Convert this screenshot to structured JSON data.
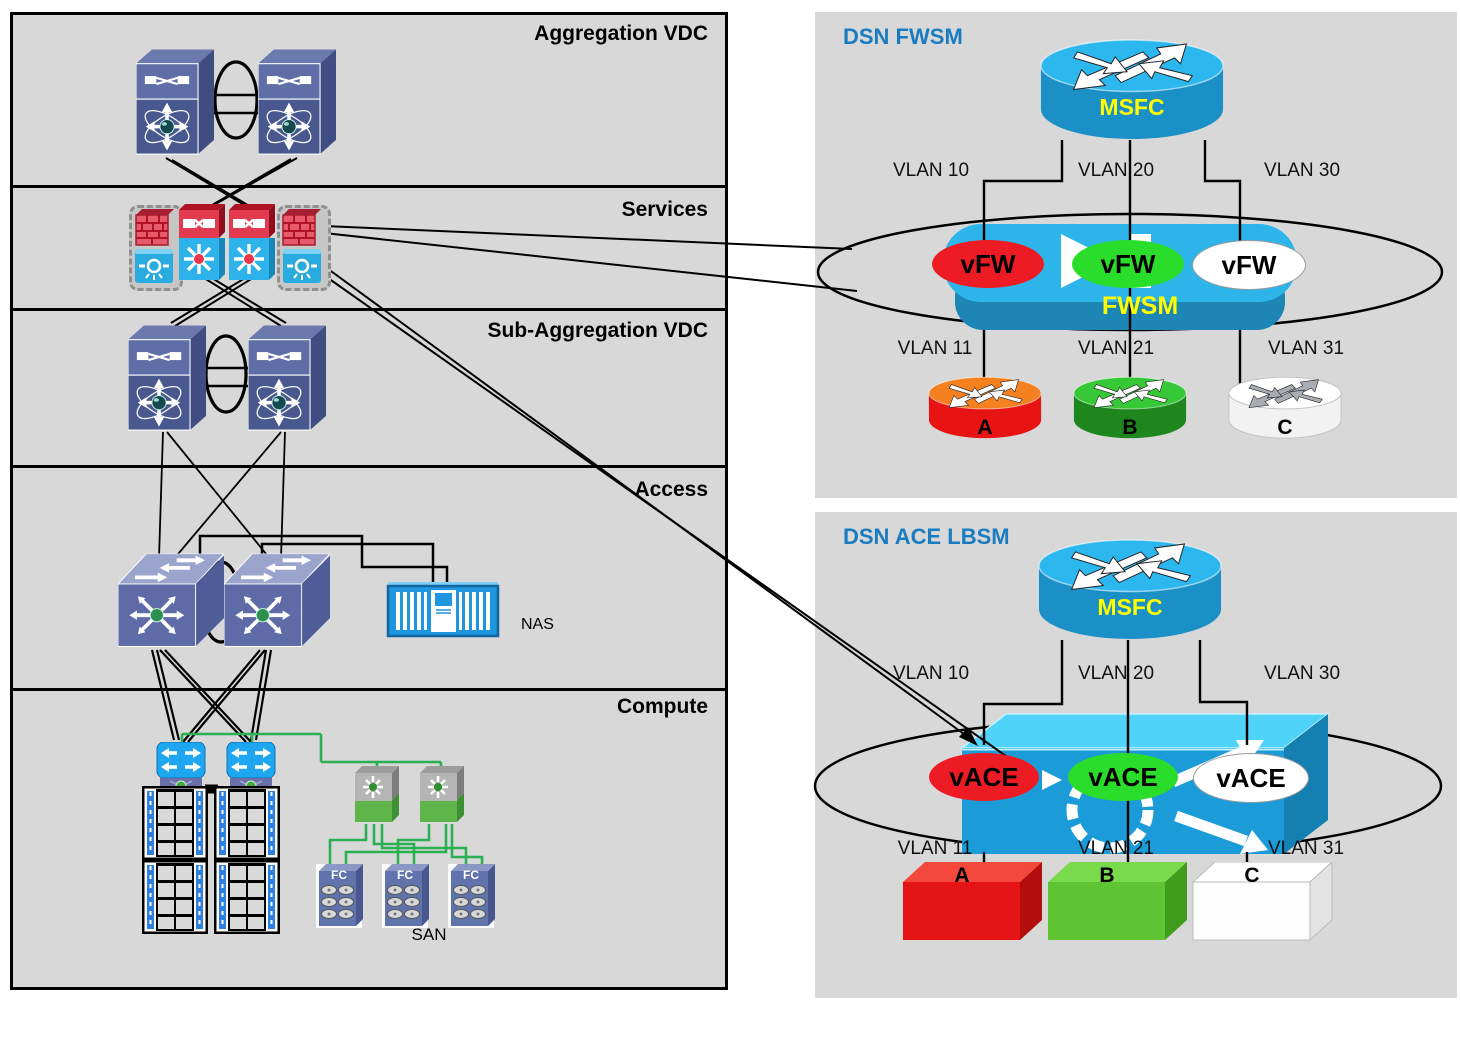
{
  "left_panel": {
    "sections": [
      {
        "label": "Aggregation VDC"
      },
      {
        "label": "Services"
      },
      {
        "label": "Sub-Aggregation VDC"
      },
      {
        "label": "Access"
      },
      {
        "label": "Compute"
      }
    ],
    "nas_label": "NAS",
    "san_label": "SAN",
    "fc_label": "FC"
  },
  "fwsm_panel": {
    "title": "DSN FWSM",
    "msfc_label": "MSFC",
    "module_label": "FWSM",
    "vlans_top": [
      "VLAN 10",
      "VLAN 20",
      "VLAN 30"
    ],
    "vlans_bottom": [
      "VLAN 11",
      "VLAN 21",
      "VLAN 31"
    ],
    "contexts": [
      {
        "label": "vFW",
        "color": "#ed1c24"
      },
      {
        "label": "vFW",
        "color": "#2bdd2b"
      },
      {
        "label": "vFW",
        "color": "#ffffff"
      }
    ],
    "routers": [
      {
        "label": "A",
        "top_color": "#f4801f",
        "body_color": "#e81414"
      },
      {
        "label": "B",
        "top_color": "#37c837",
        "body_color": "#1d871d"
      },
      {
        "label": "C",
        "top_color": "#ffffff",
        "body_color": "#f2f2f2"
      }
    ]
  },
  "ace_panel": {
    "title": "DSN ACE LBSM",
    "msfc_label": "MSFC",
    "vlans_top": [
      "VLAN 10",
      "VLAN 20",
      "VLAN 30"
    ],
    "vlans_bottom": [
      "VLAN 11",
      "VLAN 21",
      "VLAN 31"
    ],
    "contexts": [
      {
        "label": "vACE",
        "color": "#ed1c24"
      },
      {
        "label": "vACE",
        "color": "#2bdd2b"
      },
      {
        "label": "vACE",
        "color": "#ffffff"
      }
    ],
    "servers": [
      {
        "label": "A",
        "color": "#e51414"
      },
      {
        "label": "B",
        "color": "#5ec431"
      },
      {
        "label": "C",
        "color": "#ffffff"
      }
    ]
  },
  "colors": {
    "panel_bg": "#d8d8d8",
    "title_blue": "#1a7cc0",
    "cisco_cyan": "#29b2e6",
    "module_cyan_dark": "#1d86b4",
    "label_yellow": "#ffff00",
    "line_black": "#000000",
    "link_green": "#2aaf52",
    "firewall_red": "#e23b50"
  }
}
